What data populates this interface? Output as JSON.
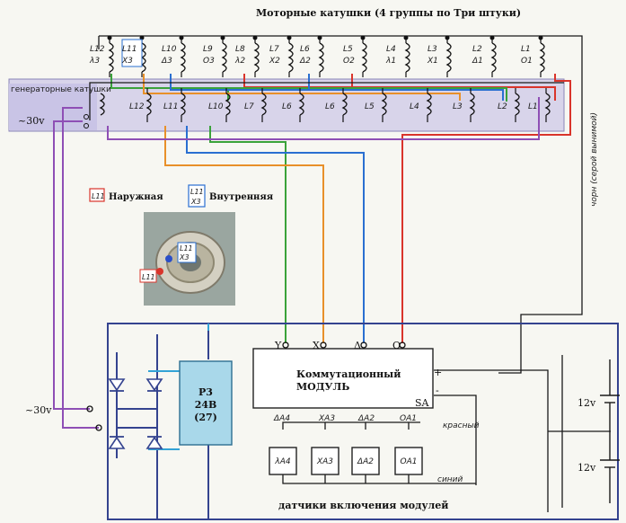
{
  "title": "Моторные катушки (4 группы по Три штуки)",
  "gen_label": "генераторные катушки",
  "voltage_left_top": "~30v",
  "voltage_left_bottom": "~30v",
  "legend": {
    "outer": "Наружная",
    "inner": "Внутренняя",
    "l11": "L11",
    "x3": "X3"
  },
  "motor_coils": [
    {
      "id": "L12",
      "tag": "λ3"
    },
    {
      "id": "L11",
      "tag": "X3"
    },
    {
      "id": "L10",
      "tag": "Δ3"
    },
    {
      "id": "L9",
      "tag": "O3"
    },
    {
      "id": "L8",
      "tag": "λ2"
    },
    {
      "id": "L7",
      "tag": "X2"
    },
    {
      "id": "L6",
      "tag": "Δ2"
    },
    {
      "id": "L5",
      "tag": "O2"
    },
    {
      "id": "L4",
      "tag": "λ1"
    },
    {
      "id": "L3",
      "tag": "X1"
    },
    {
      "id": "L2",
      "tag": "Δ1"
    },
    {
      "id": "L1",
      "tag": "O1"
    }
  ],
  "gen_coils": [
    "L12",
    "L11",
    "L10",
    "L7",
    "L6",
    "L6",
    "L5",
    "L4",
    "L3",
    "L2",
    "L1"
  ],
  "module": {
    "line1": "Коммутационный",
    "line2": "МОДУЛЬ",
    "sa": "SA"
  },
  "module_inputs": [
    "Y",
    "X",
    "Δ",
    "O"
  ],
  "module_power": [
    "+",
    "-"
  ],
  "sensor_pins": [
    "ΔA4",
    "XA3",
    "ΔA2",
    "OA1"
  ],
  "sensors": [
    "λA4",
    "XA3",
    "ΔA2",
    "OA1"
  ],
  "relay": {
    "line1": "Р3",
    "line2": "24В",
    "line3": "(27)"
  },
  "battery_top": "12v",
  "battery_bottom": "12v",
  "wire_red": "красный",
  "wire_blue": "синий",
  "side_note": "чорн (серой вынимой)",
  "sensors_caption": "датчики включения модулей",
  "colors": {
    "red": "#d9342b",
    "green": "#3aa23a",
    "blue": "#2a6fd1",
    "orange": "#e8902a",
    "purple": "#8e4fb5",
    "navy": "#34438f",
    "cyan": "#33a3d6",
    "relay": "#a9d8ea"
  }
}
